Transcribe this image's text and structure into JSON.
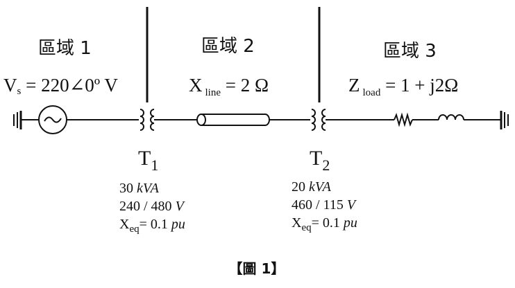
{
  "regions": [
    {
      "label": "區域 1",
      "param_main": "V",
      "param_sub": "s",
      "param_value": " = 220∠0º V"
    },
    {
      "label": "區域 2",
      "param_main": "X",
      "param_sub": "line",
      "param_value": " =  2 Ω"
    },
    {
      "label": "區域 3",
      "param_main": "Z",
      "param_sub": "load",
      "param_value": " =  1 + j2Ω"
    }
  ],
  "transformers": [
    {
      "name_main": "T",
      "name_sub": "1",
      "rating_value": "30 ",
      "rating_unit": "kVA",
      "voltage_value": "240 / 480 ",
      "voltage_unit": "V",
      "x_main": "X",
      "x_sub": "eq",
      "x_value": "= 0.1 ",
      "x_unit": "pu"
    },
    {
      "name_main": "T",
      "name_sub": "2",
      "rating_value": "20 ",
      "rating_unit": "kVA",
      "voltage_value": "460 / 115 ",
      "voltage_unit": "V",
      "x_main": "X",
      "x_sub": "eq",
      "x_value": "= 0.1 ",
      "x_unit": "pu"
    }
  ],
  "caption": "【圖 1】"
}
